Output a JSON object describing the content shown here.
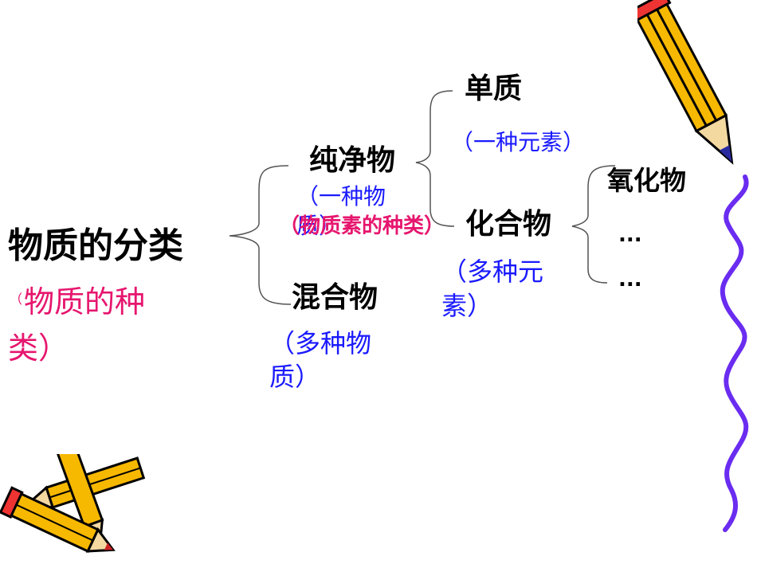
{
  "root": {
    "title": "物质的分类",
    "note_open": "（",
    "note_line1": "物质的种",
    "note_line2": "类）"
  },
  "overlay_note": "（物质素的种类）",
  "level1": {
    "pure": {
      "label": "纯净物",
      "note_line1": "（一种物",
      "note_line2": "质）"
    },
    "mixture": {
      "label": "混合物",
      "note_line1": "（多种物",
      "note_line2": "质）"
    }
  },
  "level2": {
    "element": {
      "label": "单质",
      "note": "（一种元素）"
    },
    "compound": {
      "label": "化合物",
      "note_line1": "（多种元",
      "note_line2": "素）"
    }
  },
  "level3": {
    "oxide": "氧化物",
    "ellipsis1": "...",
    "ellipsis2": "..."
  },
  "colors": {
    "blue_note": "#1a1aff",
    "pink_note": "#e6166e",
    "pencil_body": "#f7b800",
    "squiggle": "#6a2cf0"
  },
  "icons": [
    "pencil-icon",
    "crossed-pencils-icon",
    "squiggle-line"
  ]
}
